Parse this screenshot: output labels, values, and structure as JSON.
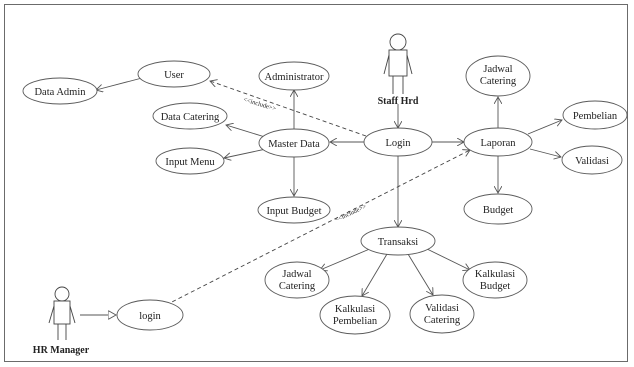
{
  "actors": {
    "staff_hrd": "Staff Hrd",
    "hr_manager": "HR Manager"
  },
  "use_cases": {
    "user": "User",
    "data_admin": "Data Admin",
    "administrator": "Administrator",
    "data_catering": "Data Catering",
    "master_data": "Master Data",
    "input_menu": "Input Menu",
    "input_budget": "Input Budget",
    "login": "Login",
    "jadwal_catering_top": [
      "Jadwal",
      "Catering"
    ],
    "pembelian": "Pembelian",
    "laporan": "Laporan",
    "validasi": "Validasi",
    "budget": "Budget",
    "transaksi": "Transaksi",
    "jadwal_catering_bottom": [
      "Jadwal",
      "Catering"
    ],
    "kalkulasi_budget": [
      "Kalkulasi",
      "Budget"
    ],
    "kalkulasi_pembelian": [
      "Kalkulasi",
      "Pembelian"
    ],
    "validasi_catering": [
      "Validasi",
      "Catering"
    ],
    "login_manager": "login"
  },
  "relations": {
    "include_1": "<<include>>",
    "include_2": "<<include>>"
  }
}
